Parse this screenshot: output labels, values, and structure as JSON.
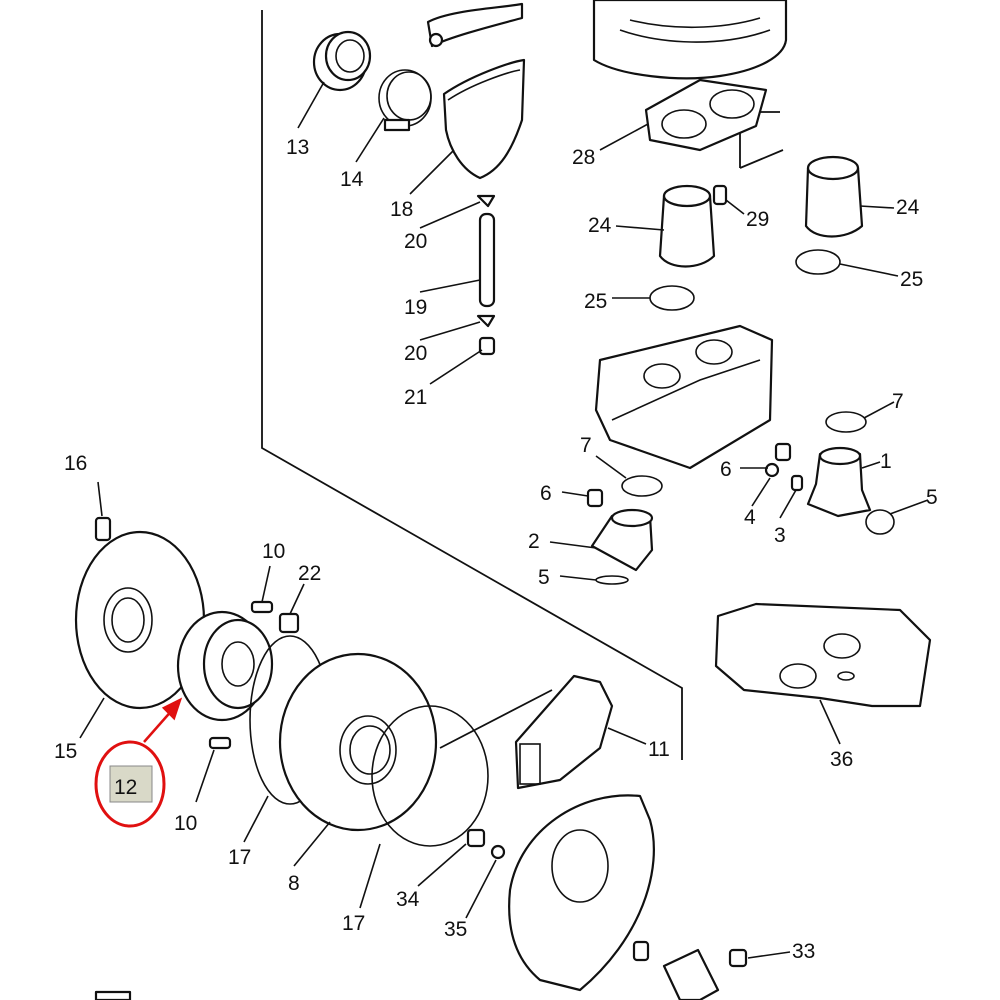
{
  "callouts": [
    {
      "id": "c13",
      "text": "13"
    },
    {
      "id": "c14",
      "text": "14"
    },
    {
      "id": "c18",
      "text": "18"
    },
    {
      "id": "c20a",
      "text": "20"
    },
    {
      "id": "c19",
      "text": "19"
    },
    {
      "id": "c20b",
      "text": "20"
    },
    {
      "id": "c21",
      "text": "21"
    },
    {
      "id": "c28",
      "text": "28"
    },
    {
      "id": "c24a",
      "text": "24"
    },
    {
      "id": "c29",
      "text": "29"
    },
    {
      "id": "c24b",
      "text": "24"
    },
    {
      "id": "c25a",
      "text": "25"
    },
    {
      "id": "c25b",
      "text": "25"
    },
    {
      "id": "c7a",
      "text": "7"
    },
    {
      "id": "c7b",
      "text": "7"
    },
    {
      "id": "c6a",
      "text": "6"
    },
    {
      "id": "c1",
      "text": "1"
    },
    {
      "id": "c6b",
      "text": "6"
    },
    {
      "id": "c4",
      "text": "4"
    },
    {
      "id": "c3",
      "text": "3"
    },
    {
      "id": "c5a",
      "text": "5"
    },
    {
      "id": "c2",
      "text": "2"
    },
    {
      "id": "c5b",
      "text": "5"
    },
    {
      "id": "c16",
      "text": "16"
    },
    {
      "id": "c10a",
      "text": "10"
    },
    {
      "id": "c22",
      "text": "22"
    },
    {
      "id": "c15",
      "text": "15"
    },
    {
      "id": "c10b",
      "text": "10"
    },
    {
      "id": "c17a",
      "text": "17"
    },
    {
      "id": "c8",
      "text": "8"
    },
    {
      "id": "c17b",
      "text": "17"
    },
    {
      "id": "c11",
      "text": "11"
    },
    {
      "id": "c36",
      "text": "36"
    },
    {
      "id": "c34",
      "text": "34"
    },
    {
      "id": "c35",
      "text": "35"
    },
    {
      "id": "c33",
      "text": "33"
    }
  ],
  "highlight": {
    "label": "12",
    "color": "#e01010"
  }
}
